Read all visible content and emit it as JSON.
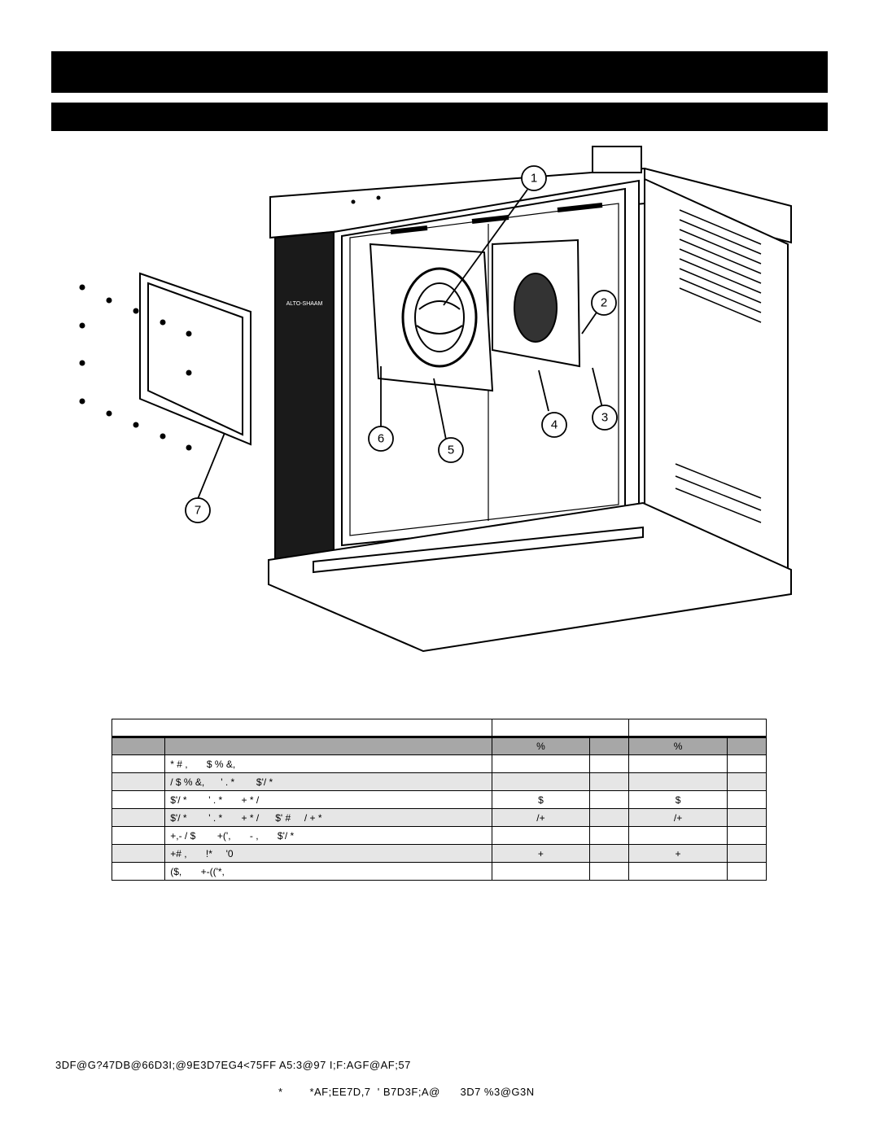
{
  "callouts": [
    "1",
    "2",
    "3",
    "4",
    "5",
    "6",
    "7"
  ],
  "brand_logo_text": "ALTO-SHAAM",
  "table": {
    "subheader": {
      "col1": "%",
      "col2": "%"
    },
    "rows": [
      {
        "text": "* # ,       $ % &,",
        "a": "",
        "b": ""
      },
      {
        "text": "/ $ % &,      ' . *        $'/ *",
        "a": "",
        "b": ""
      },
      {
        "text": "$'/ *        ' . *       + * /",
        "a": "$",
        "b": "$"
      },
      {
        "text": "$'/ *        ' . *       + * /      $' #     / + *",
        "a": "/+",
        "b": "/+"
      },
      {
        "text": "+,- / $        +(',       - ,       $'/ *",
        "a": "",
        "b": ""
      },
      {
        "text": "+# ,       !*     '0",
        "a": "+",
        "b": "+"
      },
      {
        "text": "($,       +-(('*,",
        "a": "",
        "b": ""
      }
    ]
  },
  "footer": {
    "line1": "3DF@G?47DB@66D3I;@9E3D7EG4<75FF A5:3@97 I;F:AGF@AF;57",
    "line2": "*        *AF;EE7D,7  ' B7D3F;A@      3D7 %3@G3N"
  }
}
